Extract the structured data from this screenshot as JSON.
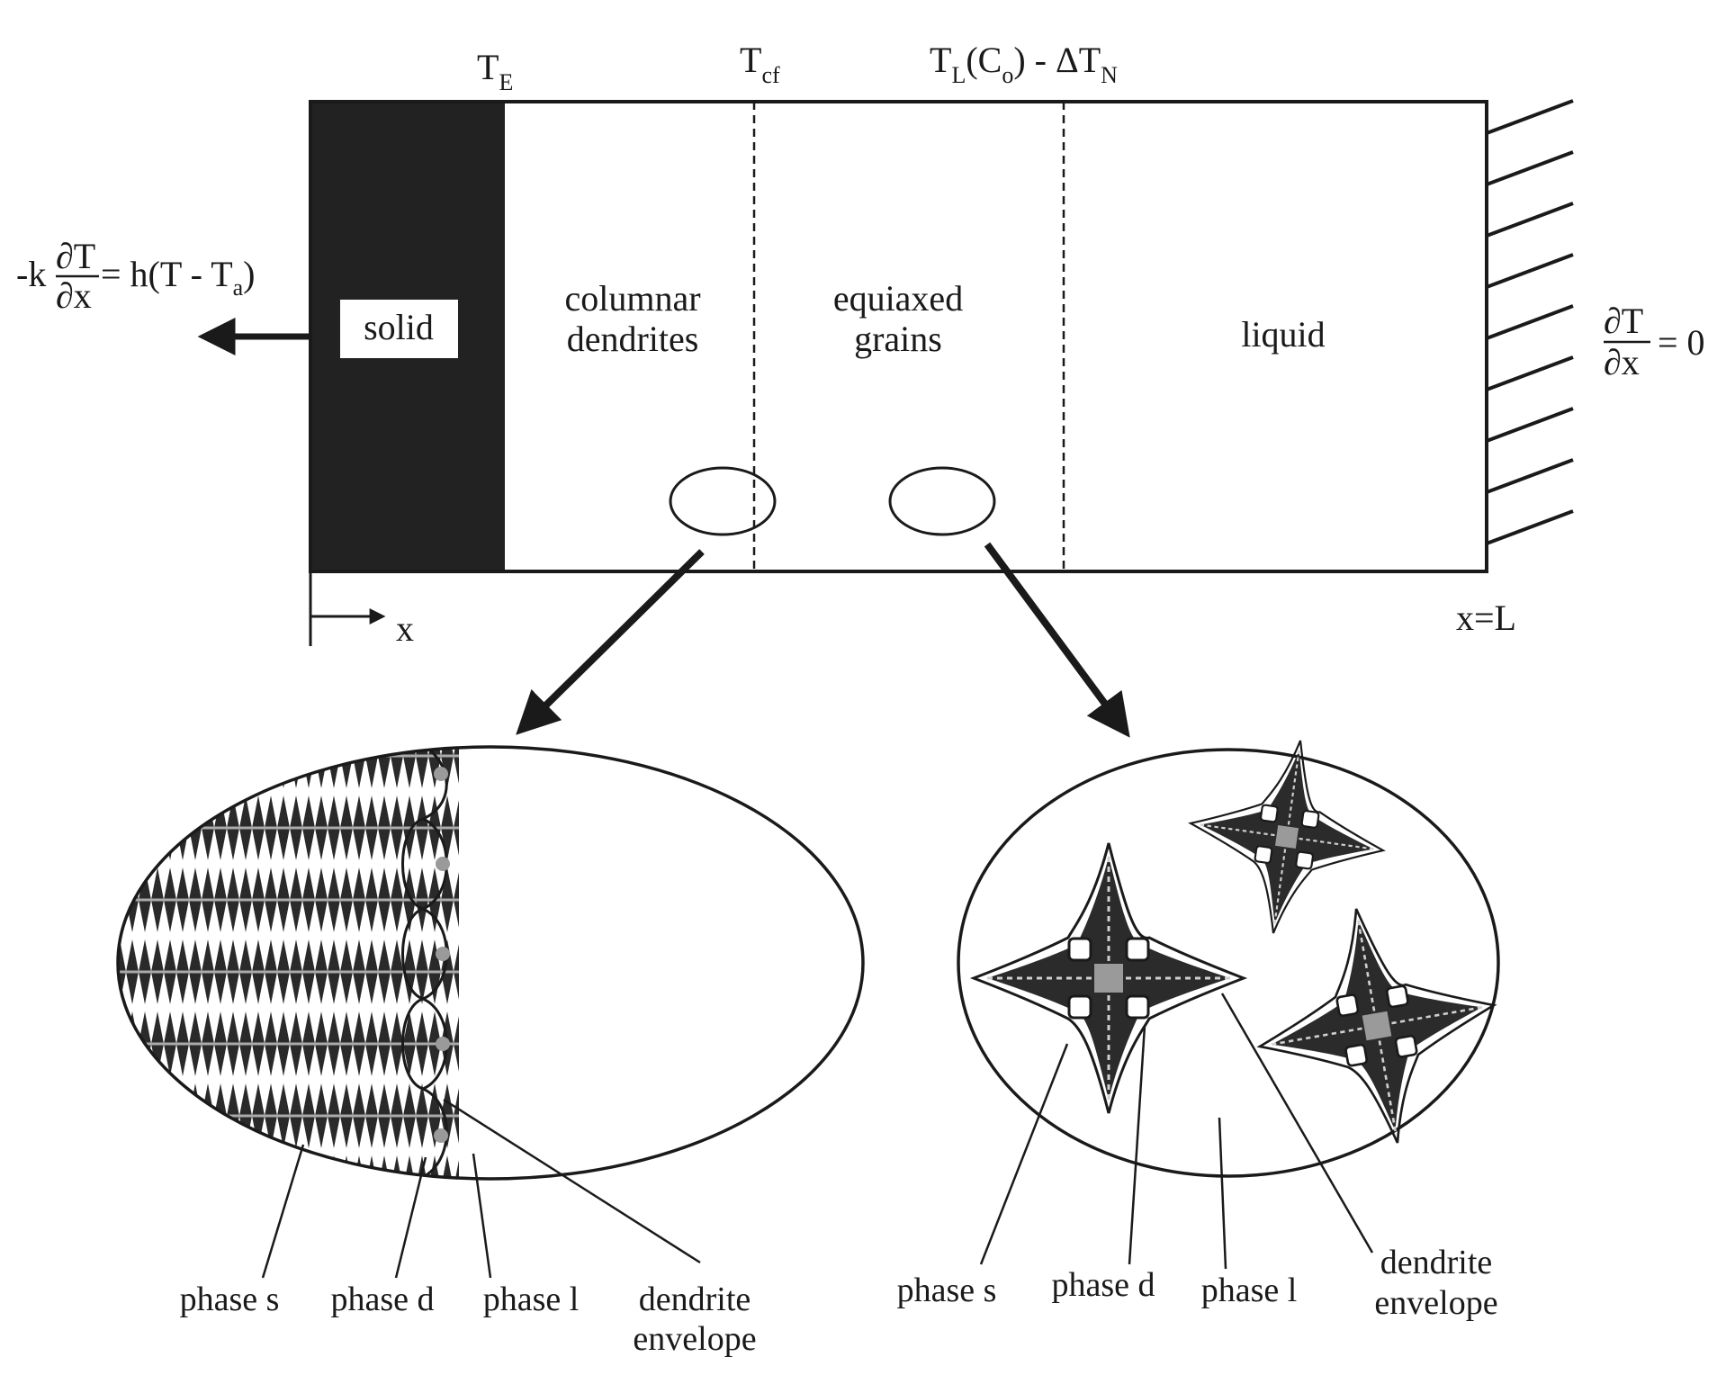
{
  "top_labels": {
    "te": {
      "main": "T",
      "sub": "E"
    },
    "tcf": {
      "main": "T",
      "sub": "cf"
    },
    "tl": {
      "a": "T",
      "a_sub": "L",
      "b": "(C",
      "b_sub": "o",
      "c": ") - ΔT",
      "c_sub": "N"
    }
  },
  "left_bc": {
    "lhs": "-k",
    "num": "∂T",
    "den": "∂x",
    "rhs": "= h(T - T",
    "rhs_sub": "a",
    "rhs_end": ")"
  },
  "right_bc": {
    "num": "∂T",
    "den": "∂x",
    "rhs": "= 0"
  },
  "zones": {
    "solid": "solid",
    "columnar_1": "columnar",
    "columnar_2": "dendrites",
    "equiaxed_1": "equiaxed",
    "equiaxed_2": "grains",
    "liquid": "liquid"
  },
  "axis": {
    "x": "x",
    "end": "x=L"
  },
  "left_detail": {
    "phase_s": "phase s",
    "phase_d": "phase d",
    "phase_l": "phase l",
    "envelope_1": "dendrite",
    "envelope_2": "envelope"
  },
  "right_detail": {
    "phase_s": "phase s",
    "phase_d": "phase d",
    "phase_l": "phase l",
    "envelope_1": "dendrite",
    "envelope_2": "envelope"
  },
  "colors": {
    "ink": "#1a1a1a",
    "fill_solid": "#222222",
    "gray": "#9a9a9a"
  }
}
